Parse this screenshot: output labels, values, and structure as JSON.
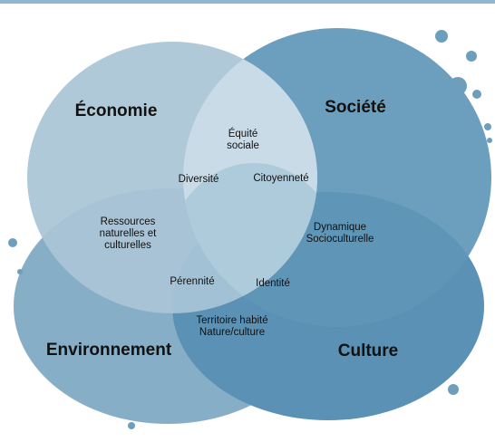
{
  "colors": {
    "economie": "#a9c5d6",
    "societe": "#5f97b8",
    "environnement": "#87aec7",
    "culture": "#5a91b4",
    "equite_light": "#c8dbe6",
    "text": "#111111"
  },
  "sets": {
    "economie": "Économie",
    "societe": "Société",
    "environnement": "Environnement",
    "culture": "Culture"
  },
  "intersections": {
    "equite": [
      "Équité",
      "sociale"
    ],
    "diversite": "Diversité",
    "citoyennete": "Citoyenneté",
    "ressources": [
      "Ressources",
      "naturelles et",
      "culturelles"
    ],
    "dynamique": [
      "Dynamique",
      "Socioculturelle"
    ],
    "perennite": "Pérennité",
    "identite": "Identité",
    "territoire": [
      "Territoire habité",
      "Nature/culture"
    ]
  }
}
